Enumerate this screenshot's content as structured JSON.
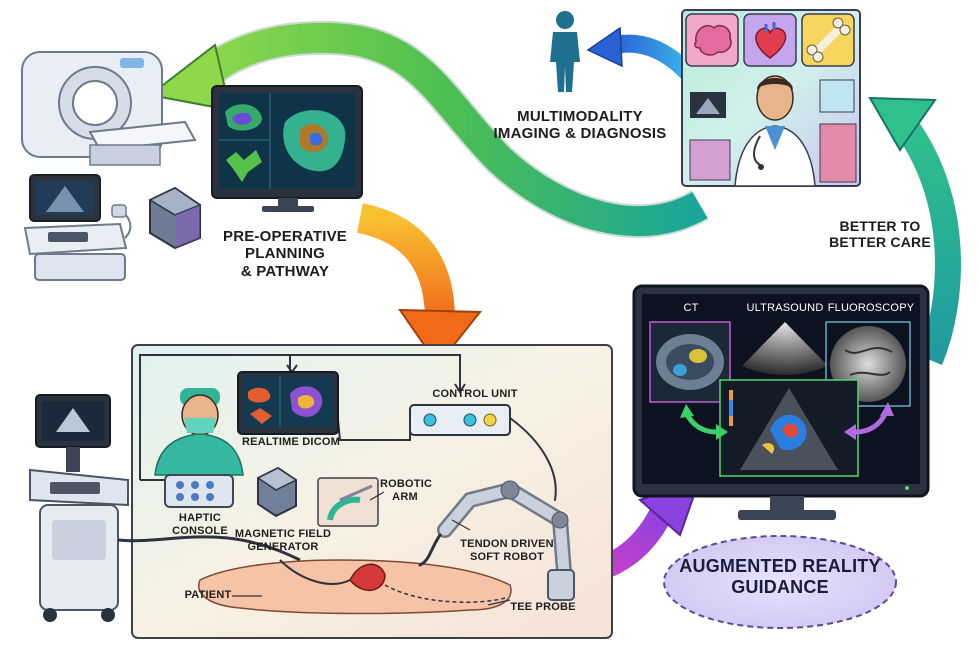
{
  "labels": {
    "multimodality_line1": "MULTIMODALITY",
    "multimodality_line2": "IMAGING & DIAGNOSIS",
    "preop_line1": "PRE-OPERATIVE",
    "preop_line2": "PLANNING",
    "preop_line3": "& PATHWAY",
    "better_line1": "BETTER TO",
    "better_line2": "BETTER CARE",
    "control_unit": "CONTROL UNIT",
    "realtime_dicom": "REALTIME DICOM",
    "robotic_arm_line1": "ROBOTIC",
    "robotic_arm_line2": "ARM",
    "haptic_console": "HAPTIC CONSOLE",
    "magnetic_line1": "MAGNETIC FIELD",
    "magnetic_line2": "GENERATOR",
    "tendon_line1": "TENDON DRIVEN",
    "tendon_line2": "SOFT ROBOT",
    "patient": "PATIENT",
    "tee_probe": "TEE PROBE",
    "ar_line1": "AUGMENTED REALITY",
    "ar_line2": "GUIDANCE",
    "ct": "CT",
    "ultrasound": "ULTRASOUND",
    "fluoroscopy": "FLUOROSCOPY"
  },
  "colors": {
    "green_arrow": "#5cc24a",
    "orange_arrow": "#f08a1c",
    "teal_arrow": "#1fa59a",
    "purple_arrow": "#b43fd6",
    "blue_arrow": "#2f7de0",
    "panel_bg": "#f3eadf",
    "monitor_frame": "#2a3240"
  }
}
